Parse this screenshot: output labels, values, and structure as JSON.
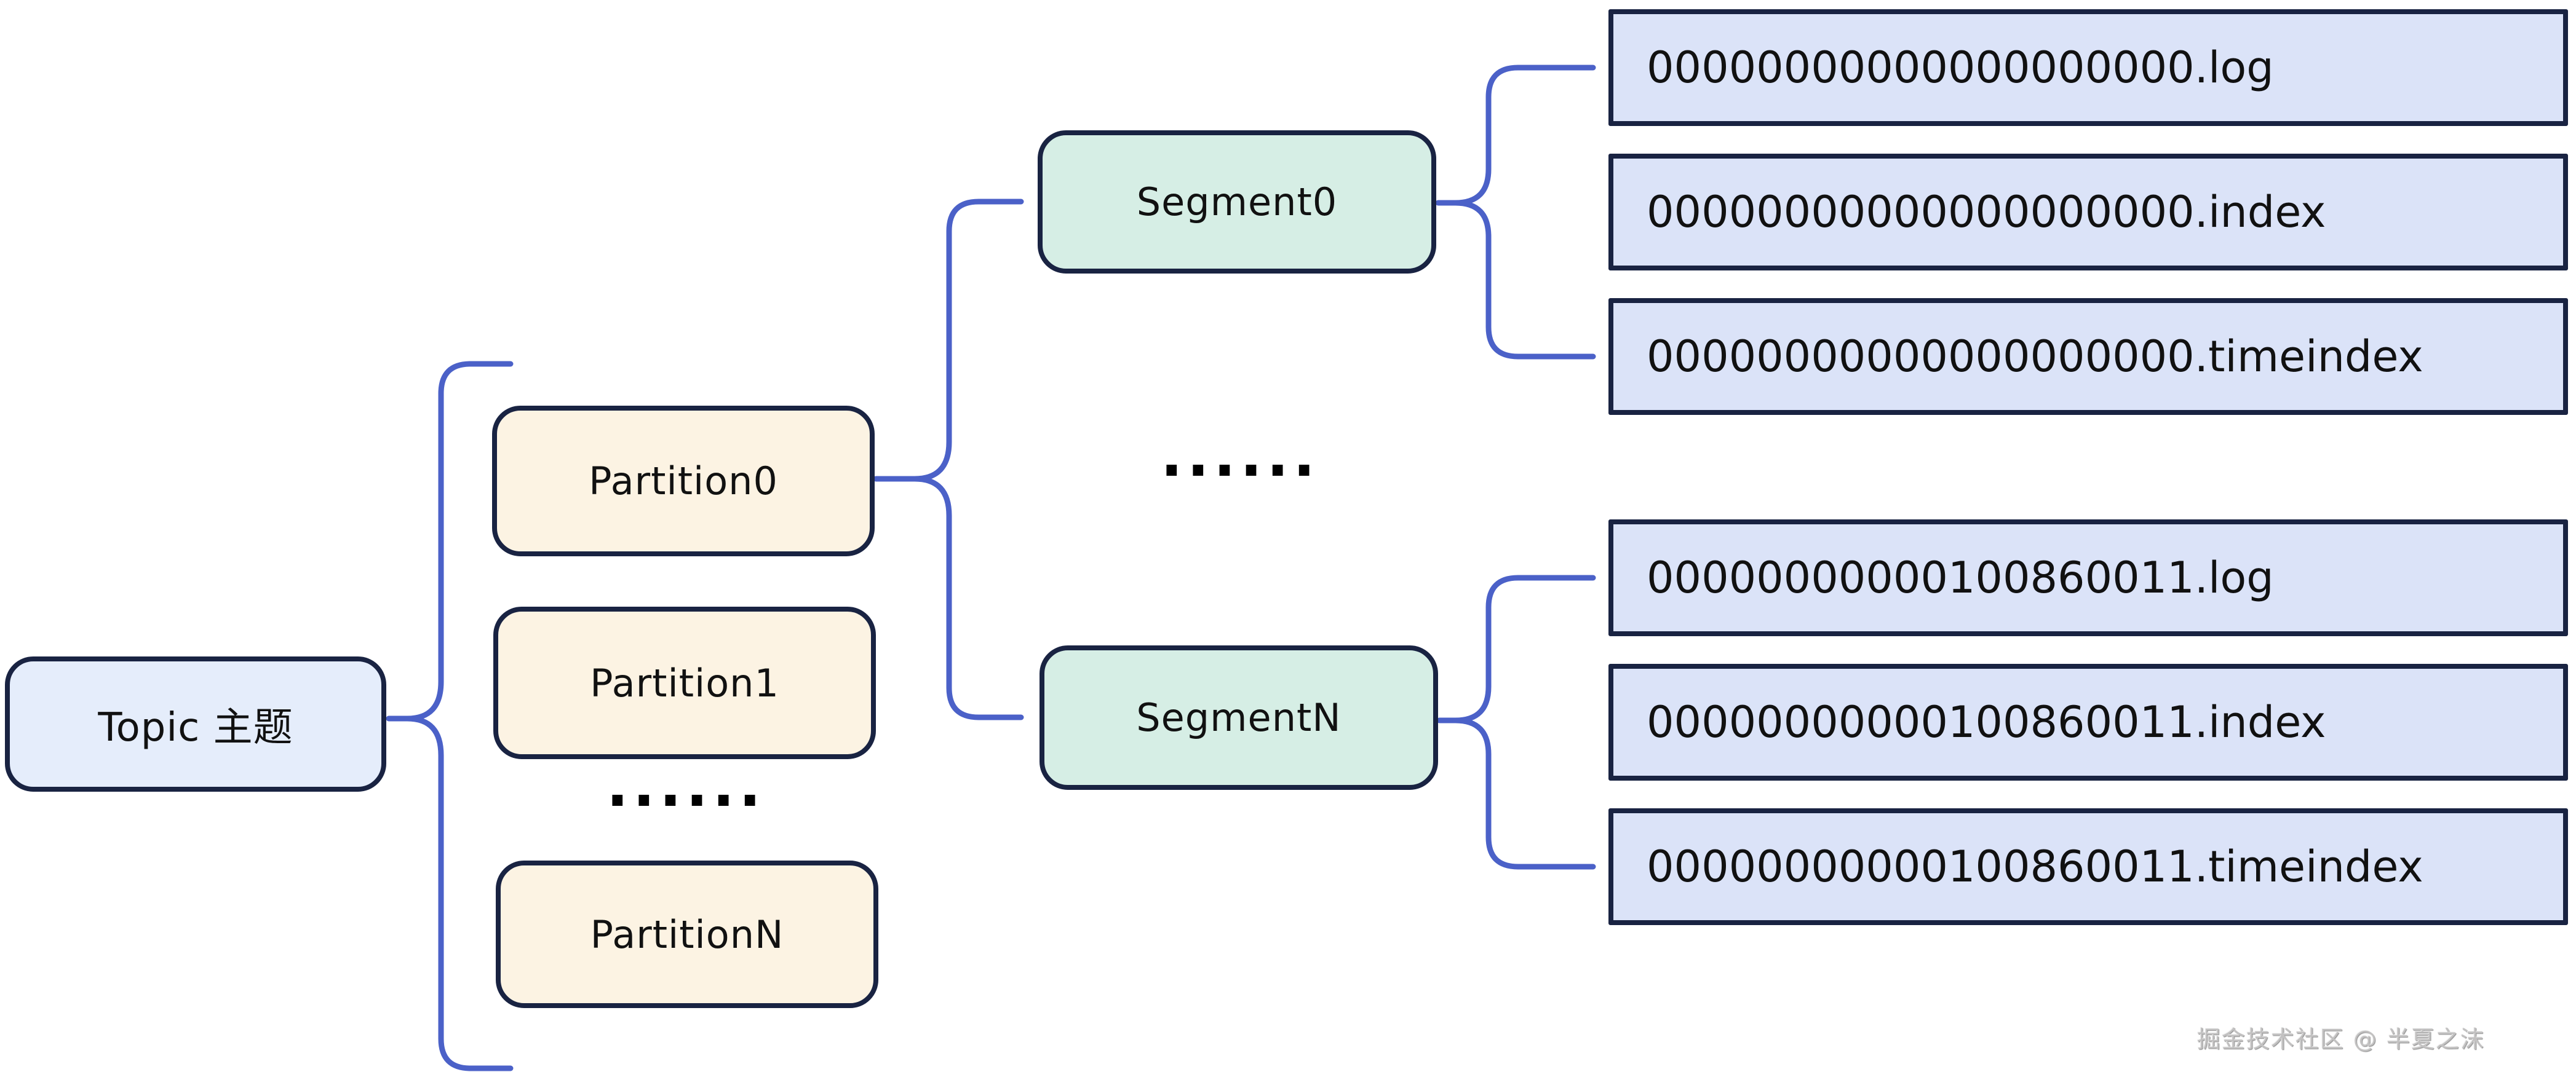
{
  "topic": {
    "label": "Topic 主题"
  },
  "partition_column": {
    "items": [
      "Partition0",
      "Partition1",
      "PartitionN"
    ],
    "ellipsis": "......"
  },
  "segment_column": {
    "items": [
      "Segment0",
      "SegmentN"
    ],
    "ellipsis": "......"
  },
  "file_groups": {
    "segment0": [
      "00000000000000000000.log",
      "00000000000000000000.index",
      "00000000000000000000.timeindex"
    ],
    "segmentN": [
      "00000000000100860011.log",
      "00000000000100860011.index",
      "00000000000100860011.timeindex"
    ]
  },
  "watermark": "掘金技术社区 @ 半夏之沫",
  "colors": {
    "background": "#ffffff",
    "topic_fill": "#e5edfb",
    "partition_fill": "#fcf3e3",
    "segment_fill": "#d6eee5",
    "file_fill": "#dbe3f8",
    "border": "#192342",
    "brace": "#4b61c8",
    "text": "#111111",
    "watermark_gray": "#c2c1c1"
  }
}
